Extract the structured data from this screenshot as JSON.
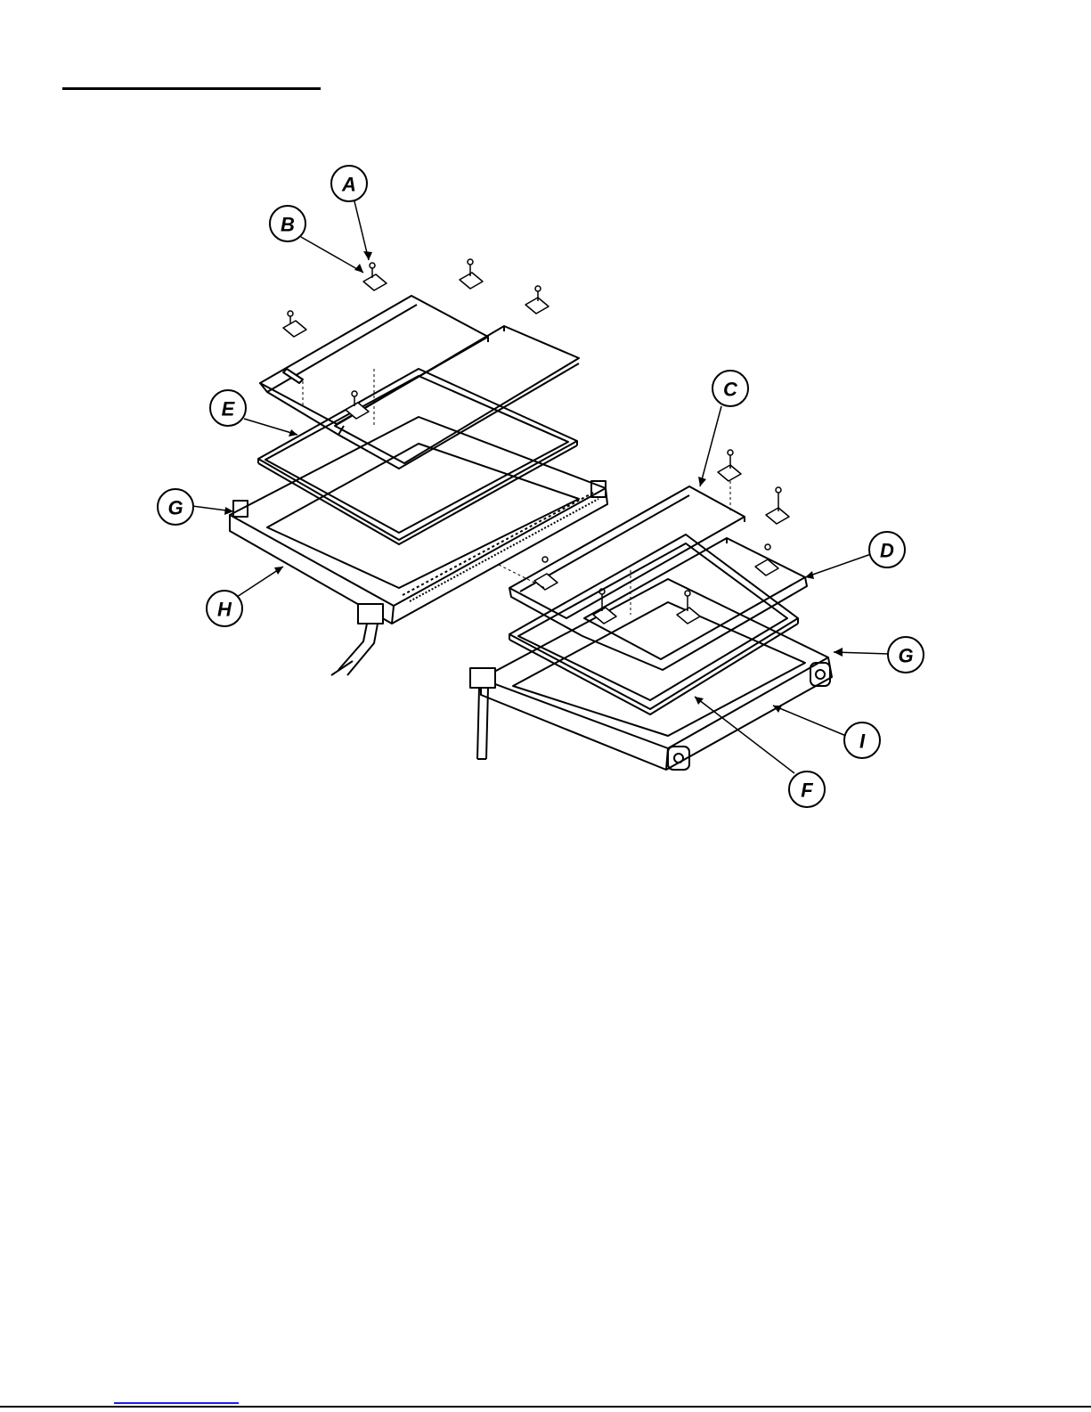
{
  "diagram": {
    "callouts": [
      {
        "id": "A",
        "label": "A"
      },
      {
        "id": "B",
        "label": "B"
      },
      {
        "id": "C",
        "label": "C"
      },
      {
        "id": "D",
        "label": "D"
      },
      {
        "id": "E",
        "label": "E"
      },
      {
        "id": "F",
        "label": "F"
      },
      {
        "id": "G-left",
        "label": "G"
      },
      {
        "id": "G-right",
        "label": "G"
      },
      {
        "id": "H",
        "label": "H"
      },
      {
        "id": "I",
        "label": "I"
      }
    ]
  },
  "colors": {
    "line": "#000000",
    "link": "#1a1aff"
  }
}
